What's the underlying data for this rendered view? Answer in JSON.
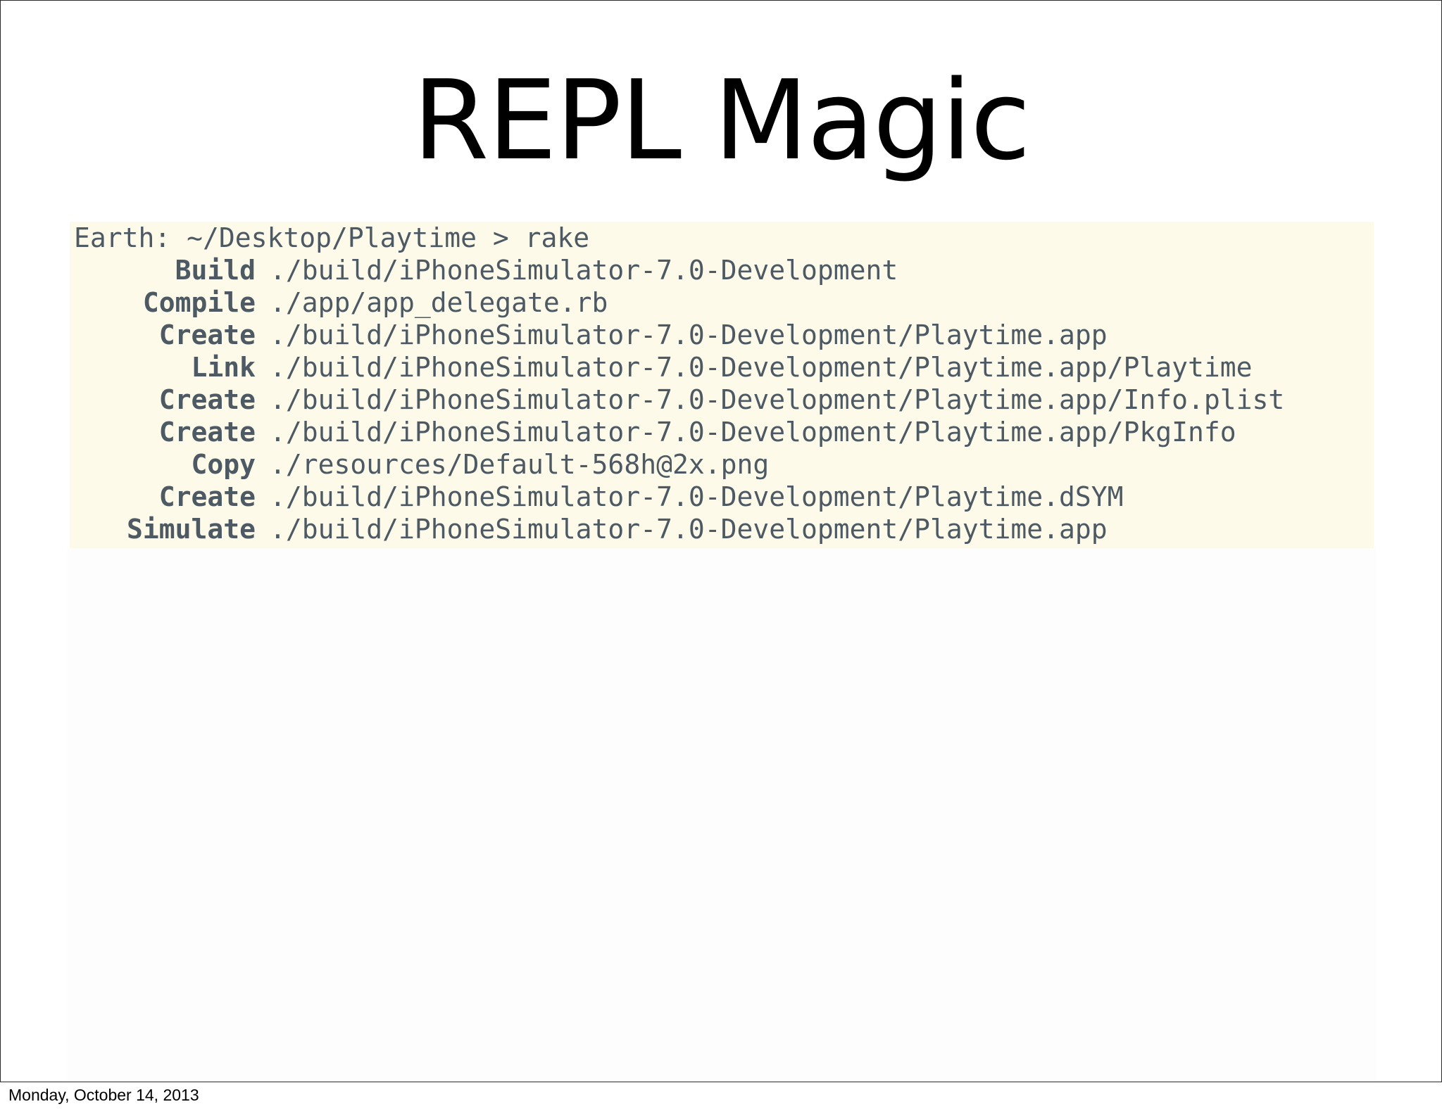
{
  "slide": {
    "title": "REPL Magic",
    "footer_date": "Monday, October 14, 2013"
  },
  "terminal": {
    "prompt": "Earth: ~/Desktop/Playtime > rake",
    "lines": [
      {
        "cmd": "Build",
        "path": "./build/iPhoneSimulator-7.0-Development"
      },
      {
        "cmd": "Compile",
        "path": "./app/app_delegate.rb"
      },
      {
        "cmd": "Create",
        "path": "./build/iPhoneSimulator-7.0-Development/Playtime.app"
      },
      {
        "cmd": "Link",
        "path": "./build/iPhoneSimulator-7.0-Development/Playtime.app/Playtime"
      },
      {
        "cmd": "Create",
        "path": "./build/iPhoneSimulator-7.0-Development/Playtime.app/Info.plist"
      },
      {
        "cmd": "Create",
        "path": "./build/iPhoneSimulator-7.0-Development/Playtime.app/PkgInfo"
      },
      {
        "cmd": "Copy",
        "path": "./resources/Default-568h@2x.png"
      },
      {
        "cmd": "Create",
        "path": "./build/iPhoneSimulator-7.0-Development/Playtime.dSYM"
      },
      {
        "cmd": "Simulate",
        "path": "./build/iPhoneSimulator-7.0-Development/Playtime.app"
      }
    ],
    "colors": {
      "background": "#fdfaea",
      "text": "#4d5a63"
    }
  }
}
